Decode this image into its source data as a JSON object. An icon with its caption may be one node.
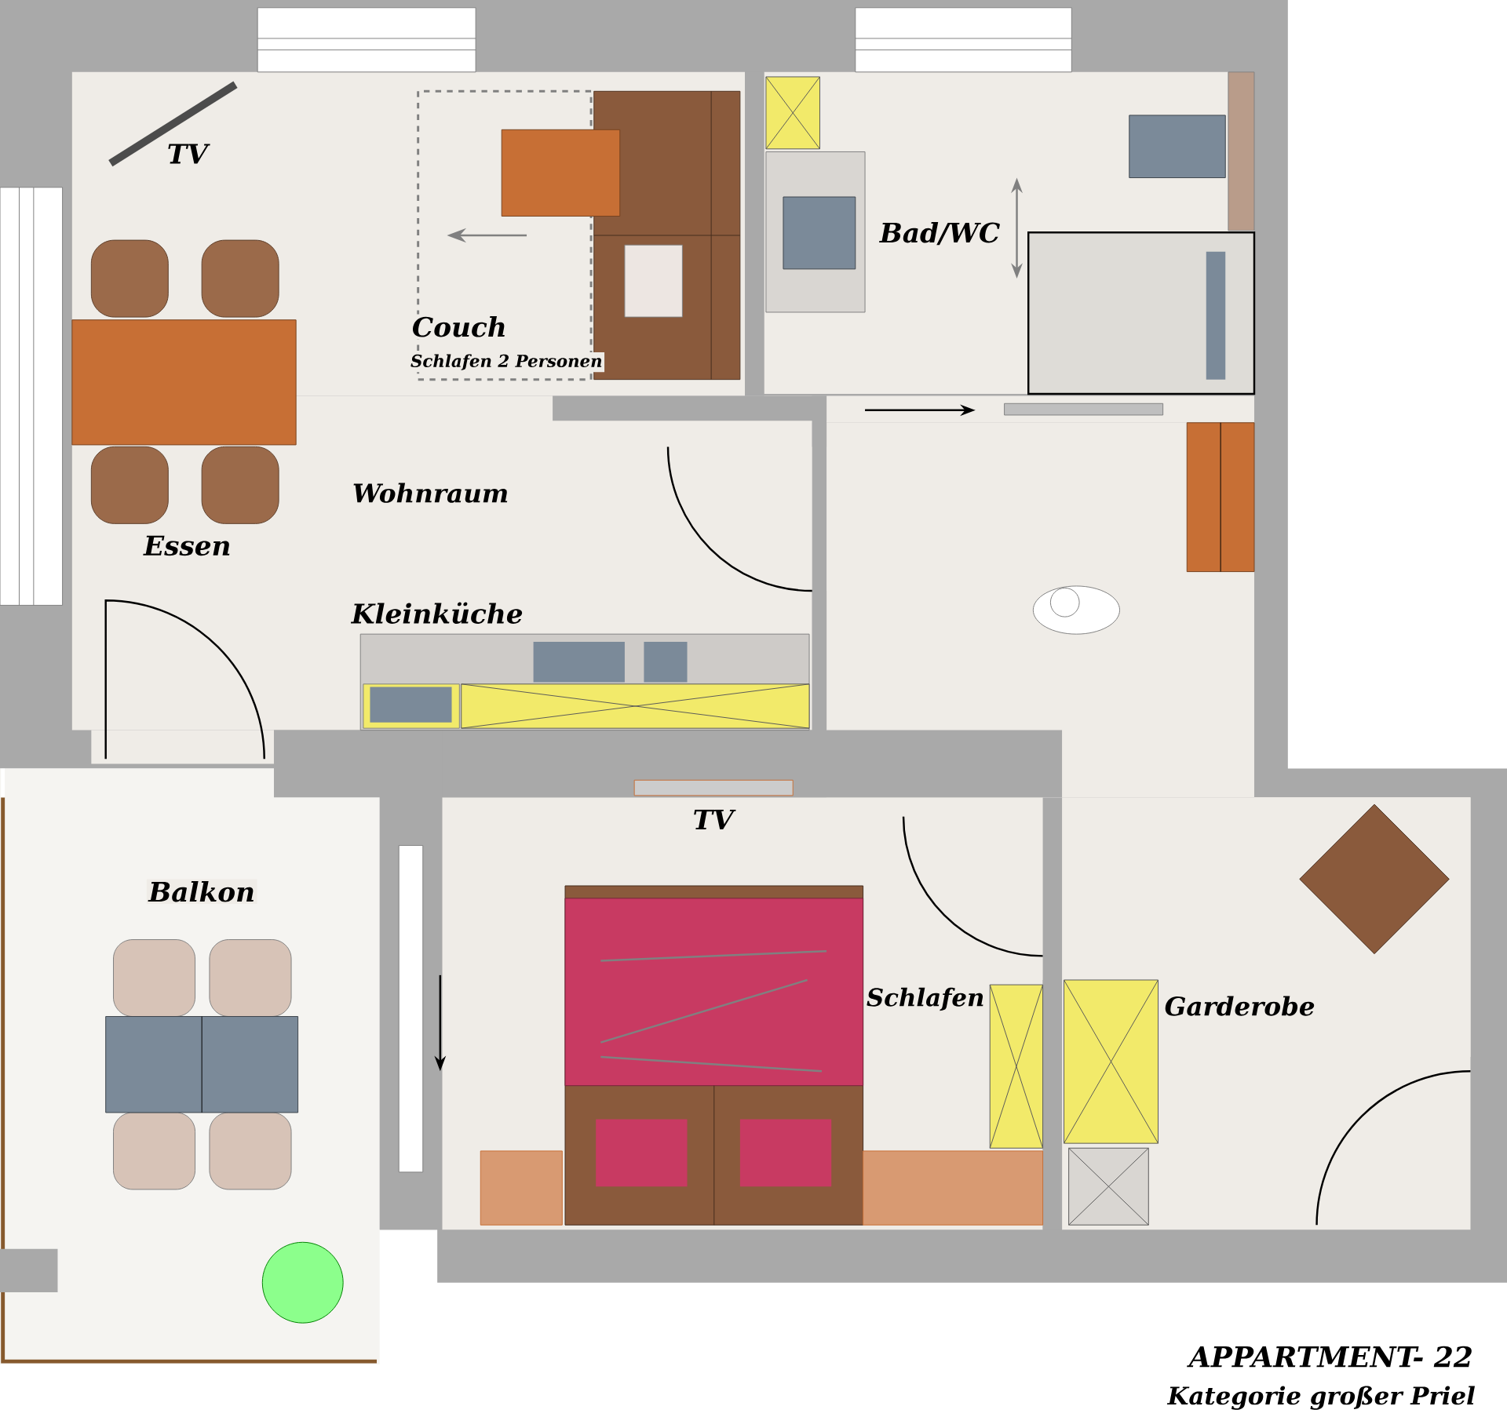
{
  "diagram": {
    "labels": [
      "TV",
      "Couch",
      "Schlafen 2 Personen",
      "Bad/WC",
      "Wohnraum",
      "Essen",
      "Kleinküche",
      "TV",
      "Balkon",
      "Schlafen",
      "Garderobe",
      "APPARTMENT- 22",
      "Kategorie großer Priel"
    ]
  }
}
